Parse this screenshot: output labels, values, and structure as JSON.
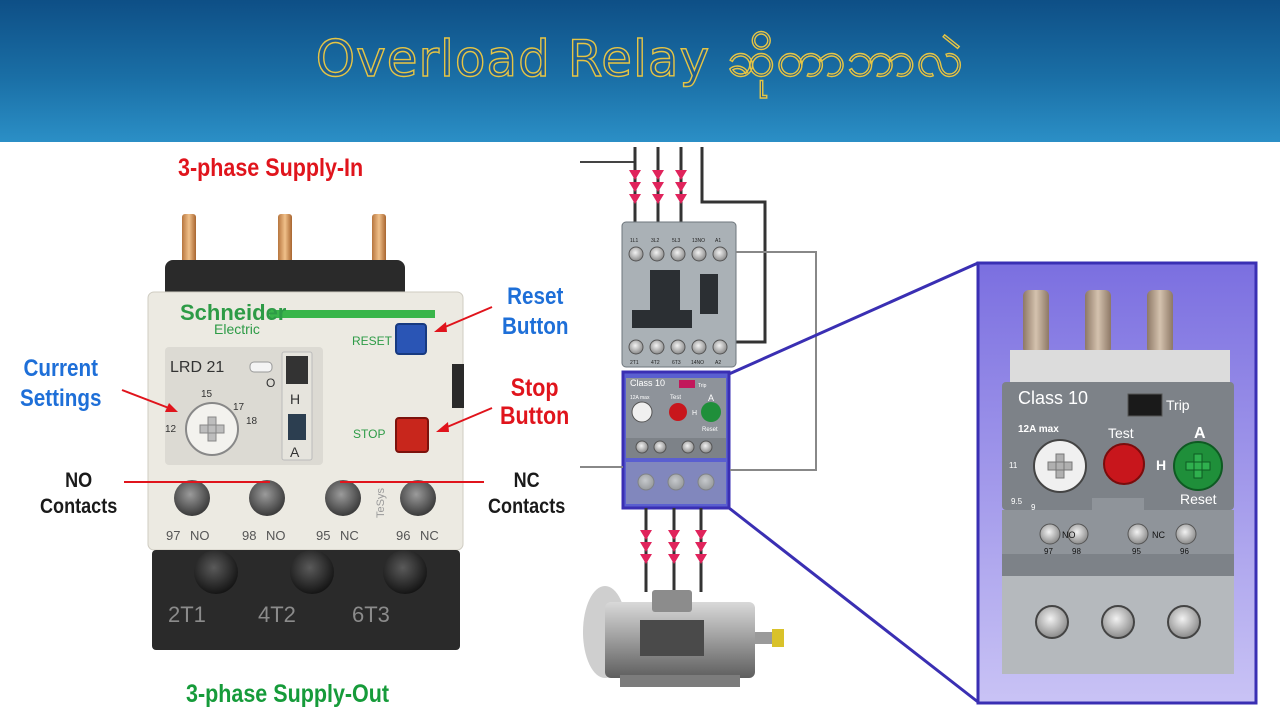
{
  "header": {
    "title": "Overload Relay ဆိုတာဘာလဲ"
  },
  "labels": {
    "supply_in": "3-phase Supply-In",
    "supply_out": "3-phase Supply-Out",
    "reset_line1": "Reset",
    "reset_line2": "Button",
    "stop_line1": "Stop",
    "stop_line2": "Button",
    "current_line1": "Current",
    "current_line2": "Settings",
    "no_line1": "NO",
    "no_line2": "Contacts",
    "nc_line1": "NC",
    "nc_line2": "Contacts"
  },
  "relay_photo": {
    "brand_line1": "Schneider",
    "brand_line2": "Electric",
    "model": "LRD 21",
    "reset": "RESET",
    "stop": "STOP",
    "dial_15": "15",
    "dial_17": "17",
    "dial_18": "18",
    "dial_12": "12",
    "o_mark": "O",
    "h_mark": "H",
    "a_mark": "A",
    "tesys": "TeSys",
    "t97": "97",
    "t97n": "NO",
    "t98": "98",
    "t98n": "NO",
    "t95": "95",
    "t95n": "NC",
    "t96": "96",
    "t96n": "NC",
    "out1": "2T1",
    "out2": "4T2",
    "out3": "6T3"
  },
  "diagram": {
    "small_class": "Class 10",
    "small_trip": "Trip",
    "small_max": "12A max",
    "small_test": "Test",
    "small_a": "A",
    "small_h": "H",
    "small_reset": "Reset",
    "cont_l1": "1L1",
    "cont_l2": "3L2",
    "cont_l3": "5L3",
    "cont_no": "13NO",
    "cont_a1": "A1",
    "cont_t1": "2T1",
    "cont_t2": "4T2",
    "cont_t3": "6T3",
    "cont_no2": "14NO",
    "cont_a2": "A2"
  },
  "zoom": {
    "class": "Class 10",
    "trip": "Trip",
    "max": "12A max",
    "test": "Test",
    "a": "A",
    "h": "H",
    "reset": "Reset",
    "d11": "11",
    "d95": "9.5",
    "d9": "9",
    "t97": "97",
    "t98": "98",
    "t95": "95",
    "t96": "96",
    "no": "NO",
    "nc": "NC"
  },
  "colors": {
    "header_top": "#0e4f86",
    "header_bottom": "#2b8fc6",
    "title_outline": "#e5c545",
    "label_red": "#e0141c",
    "label_blue": "#1e6fd8",
    "label_green": "#169b3a",
    "callout_line": "#3a2fb3",
    "arrow_pink": "#e0245c",
    "zoom_bg": "#8a7fe6"
  }
}
